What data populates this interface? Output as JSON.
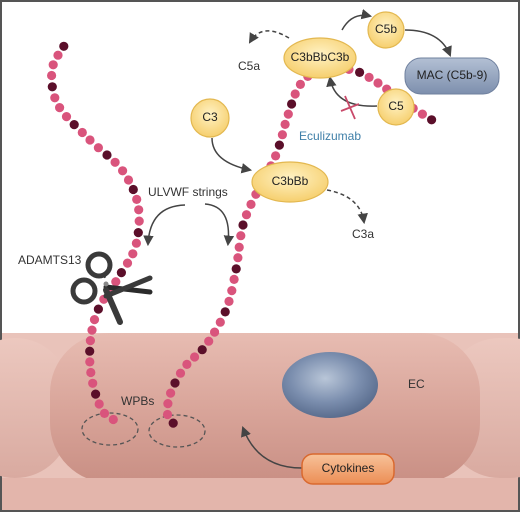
{
  "labels": {
    "c5a": "C5a",
    "c5b": "C5b",
    "c3bbbc3b": "C3bBbC3b",
    "mac": "MAC (C5b-9)",
    "c3": "C3",
    "c5": "C5",
    "eculizumab": "Eculizumab",
    "c3bbb": "C3bBb",
    "c3a": "C3a",
    "ulvwf": "ULVWF strings",
    "adamts13": "ADAMTS13",
    "wpbs": "WPBs",
    "ec": "EC",
    "cytokines": "Cytokines"
  },
  "colors": {
    "bead_pink": "#d9547c",
    "bead_dark": "#5b0f2a",
    "node_fill": "#f8d889",
    "node_stroke": "#e3b850",
    "mac_fill": "#8c9db9",
    "cytokines_fill": "#f0a06a",
    "cytokines_stroke": "#d9692f",
    "cell_fill": "#d9a59a",
    "nucleus_fill": "#6e82a3",
    "inhibit": "#c94a6a",
    "eculizumab_text": "#3f7fa8",
    "border": "#555555"
  },
  "icons": [
    "scissors-icon"
  ]
}
